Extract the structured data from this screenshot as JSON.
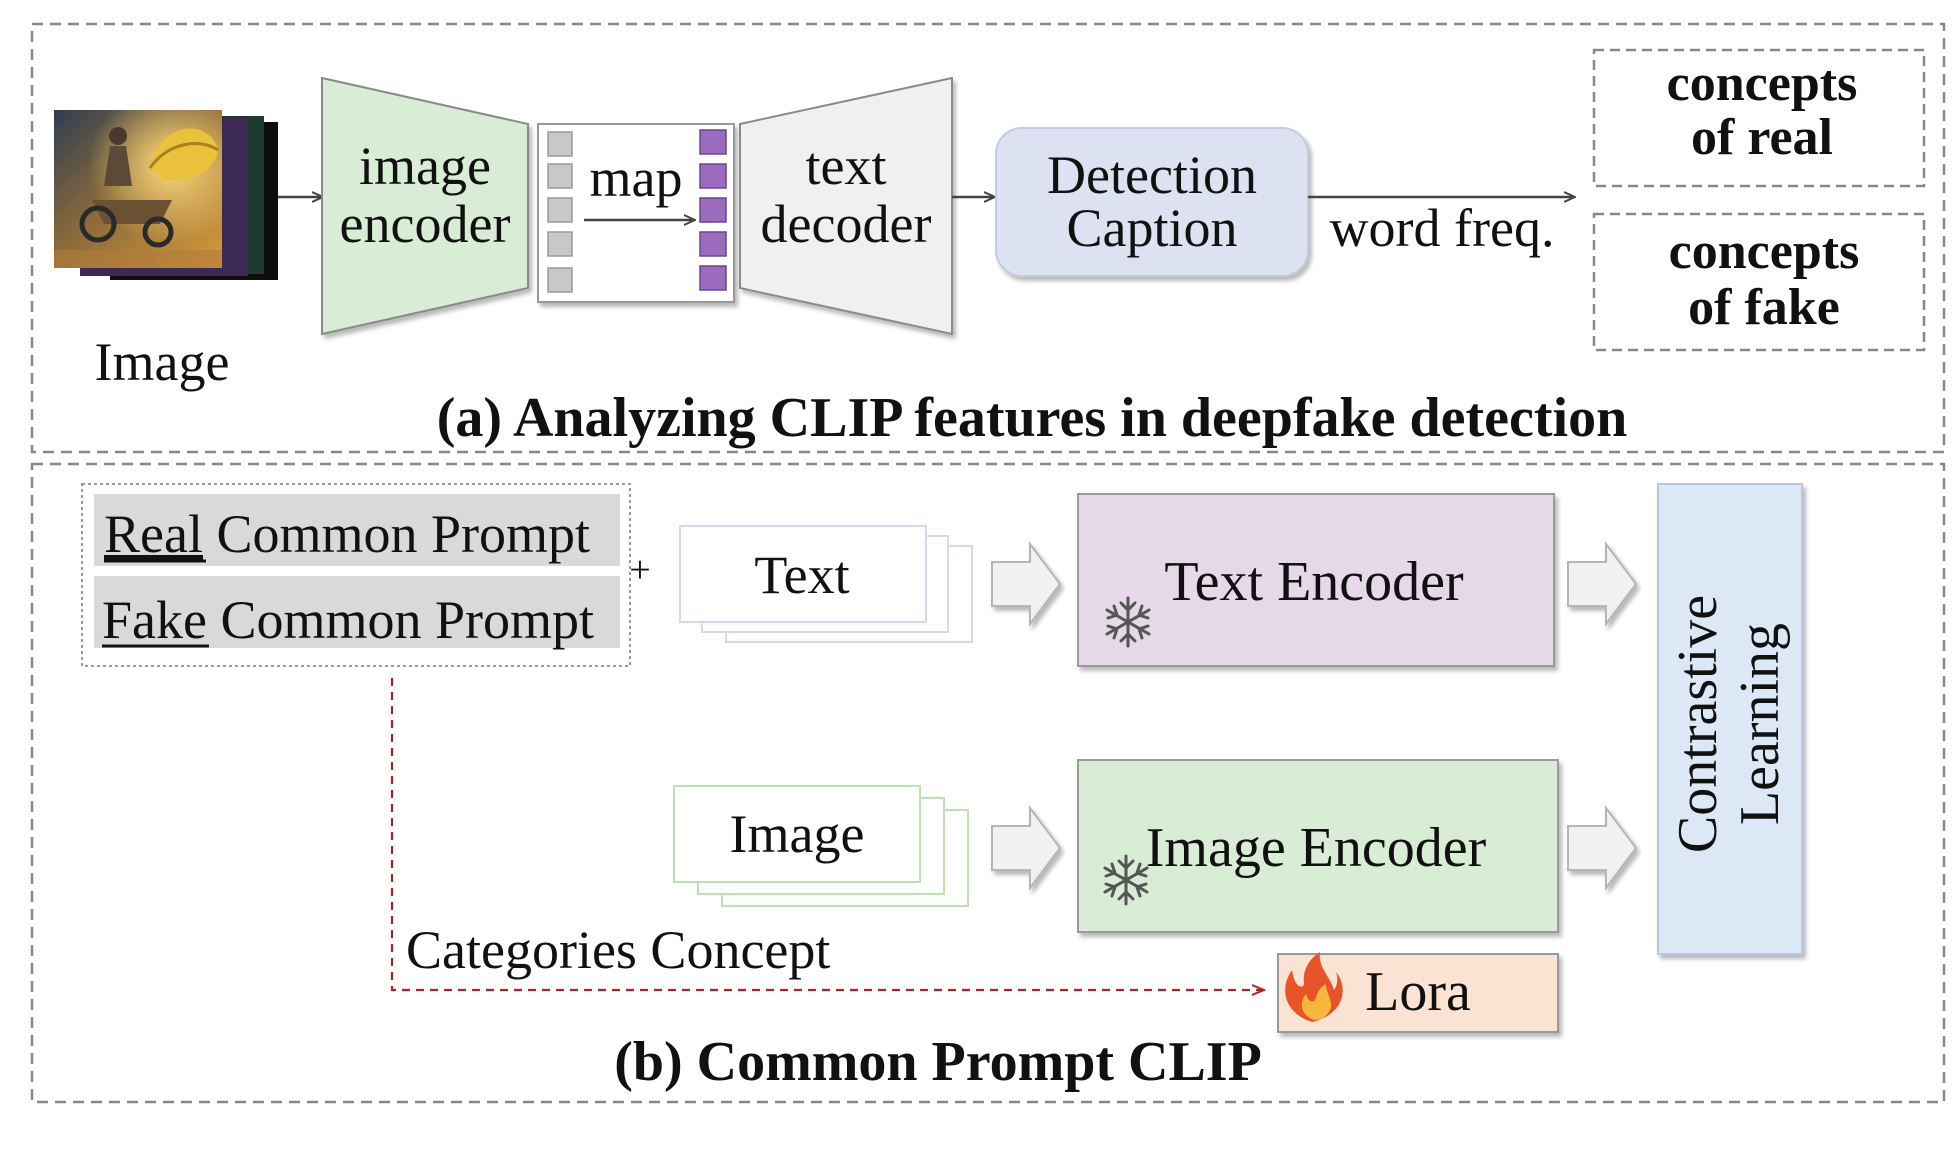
{
  "panel_a": {
    "caption": "(a) Analyzing CLIP features in deepfake detection",
    "image_label": "Image",
    "image_encoder": [
      "image",
      "encoder"
    ],
    "map_label": "map",
    "text_decoder": [
      "text",
      "decoder"
    ],
    "detection_caption": [
      "Detection",
      "Caption"
    ],
    "word_freq_label": "word freq.",
    "concepts_real": [
      "concepts",
      "of real"
    ],
    "concepts_fake": [
      "concepts",
      "of fake"
    ]
  },
  "panel_b": {
    "caption": "(b) Common Prompt CLIP",
    "real_prompt": {
      "underlined": "Real",
      "rest": " Common Prompt"
    },
    "fake_prompt": {
      "underlined": "Fake",
      "rest": " Common Prompt"
    },
    "plus": "+",
    "text_stack_label": "Text",
    "image_stack_label": "Image",
    "text_encoder": "Text Encoder",
    "image_encoder": "Image Encoder",
    "contrastive": [
      "Contrastive",
      "Learning"
    ],
    "categories_concept": "Categories Concept",
    "lora": "Lora"
  },
  "colors": {
    "encoder_green": "#d9ecd5",
    "text_encoder_purple": "#e6d8e8",
    "contrastive_blue": "#dde8f7",
    "caption_box": "#dde2f2",
    "lora_peach": "#fbe3d4",
    "token_purple": "#9b6bbd",
    "token_gray": "#c8c8c8",
    "prompt_gray": "#d9d9d9",
    "dashed_red": "#b22222",
    "dash_gray": "#888888"
  },
  "icons": {
    "thumbnail": "image-thumbnail-icon",
    "frozen": "snowflake-icon",
    "trainable": "fire-icon"
  }
}
